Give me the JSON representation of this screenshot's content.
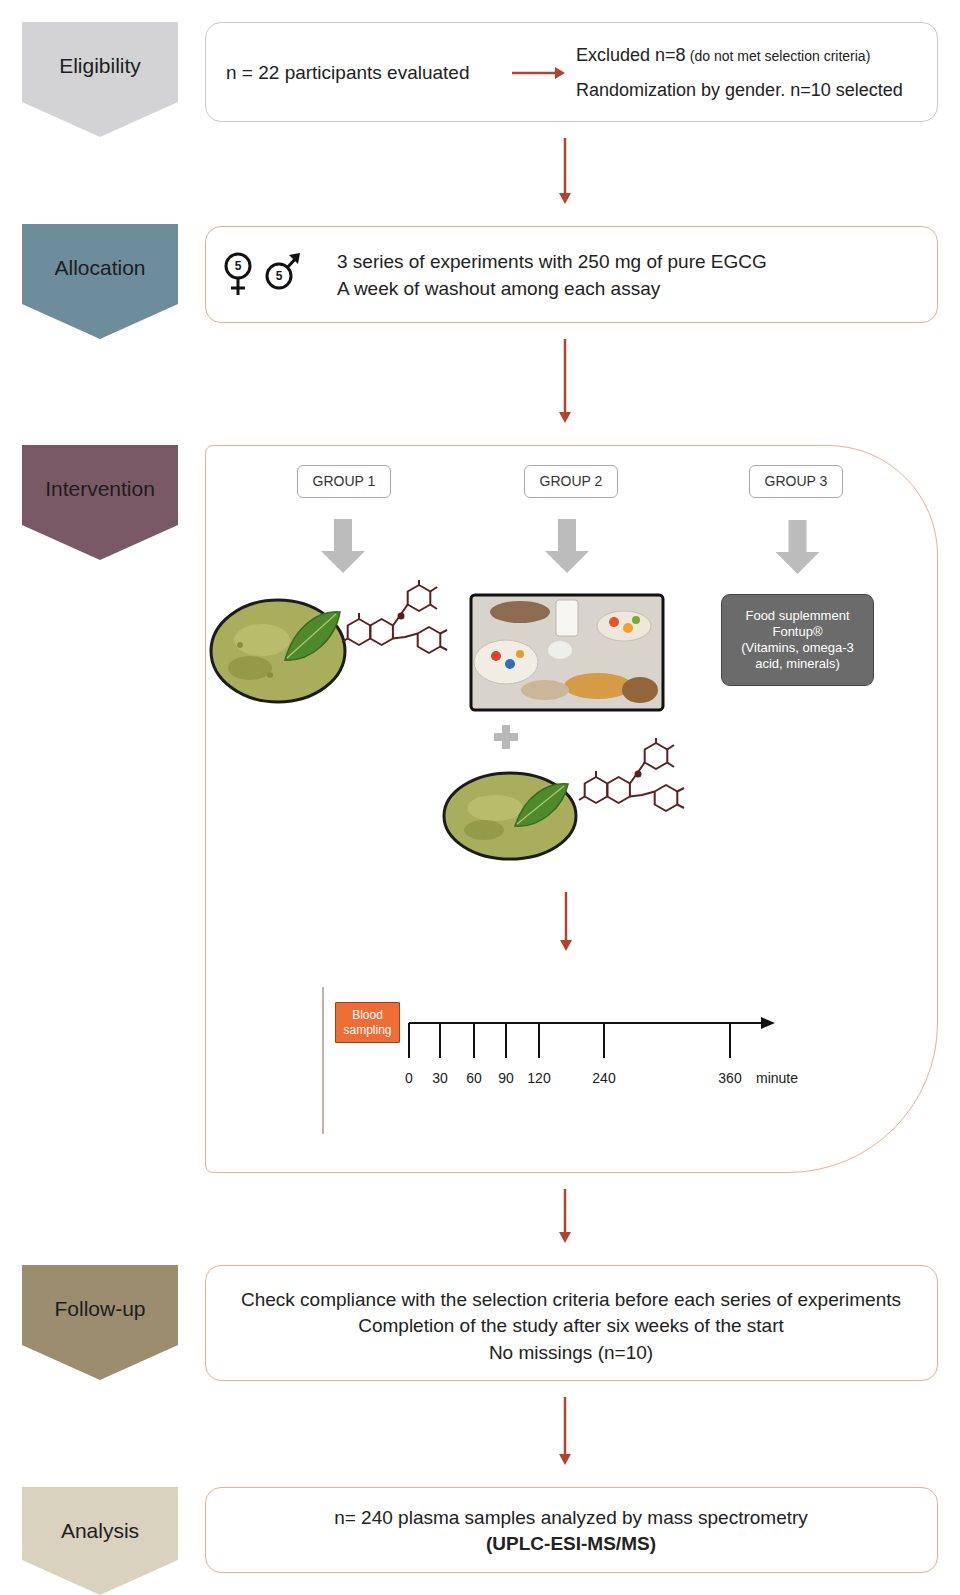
{
  "diagram": {
    "nodes": [
      {
        "text": [
          "Eligibility"
        ]
      },
      {
        "text": [
          "n = 22 participants evaluated",
          "Excluded n=8",
          "(do not met selection criteria)",
          "Randomization by gender. n=10 selected"
        ]
      },
      {
        "text": [
          "Allocation"
        ]
      },
      {
        "text": [
          "3 series of experiments with 250 mg of pure EGCG",
          "A week of washout among each assay"
        ]
      },
      {
        "text": [
          "Intervention"
        ]
      },
      {
        "text": []
      },
      {
        "text": [
          "GROUP 1"
        ],
        "in": 5
      },
      {
        "text": [
          "GROUP 2"
        ],
        "in": 5
      },
      {
        "text": [
          "GROUP 3"
        ],
        "in": 5
      },
      {
        "text": [
          "Food suplemment Fontup®",
          "(Vitamins, omega-3 acid, minerals)"
        ],
        "in": 5
      },
      {
        "text": [
          "Blood sampling"
        ],
        "in": 5
      },
      {
        "text": [
          "Follow-up"
        ]
      },
      {
        "text": [
          "Check compliance with the selection criteria before each series of experiments",
          "Completion of the study after six weeks of the start",
          "No missings (n=10)"
        ]
      },
      {
        "text": [
          "Analysis"
        ]
      },
      {
        "text": [
          "n= 240 plasma samples analyzed by mass spectrometry",
          "(UPLC-ESI-MS/MS)"
        ]
      }
    ],
    "edges": [
      {
        "from": 1,
        "to": 3,
        "arrow": "to"
      },
      {
        "from": 3,
        "to": 5,
        "arrow": "to"
      },
      {
        "from": 5,
        "to": 12,
        "arrow": "to"
      },
      {
        "from": 12,
        "to": 14,
        "arrow": "to"
      },
      {
        "from": 8,
        "to": 9,
        "arrow": "to"
      }
    ],
    "labels": [
      "5",
      "5",
      "0",
      "30",
      "60",
      "90",
      "120",
      "240",
      "360",
      "minute"
    ]
  }
}
